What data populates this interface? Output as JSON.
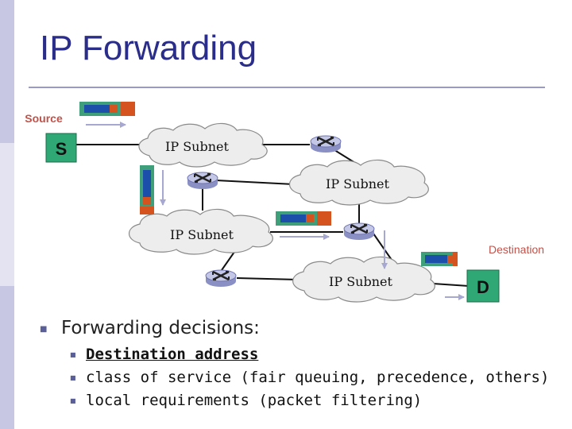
{
  "slide": {
    "title": "IP Forwarding"
  },
  "diagram": {
    "source_label": "Source",
    "source_node": "S",
    "destination_label": "Destination",
    "destination_node": "D",
    "subnets": [
      "IP Subnet",
      "IP Subnet",
      "IP Subnet",
      "IP Subnet"
    ]
  },
  "bullets": {
    "heading": "Forwarding decisions:",
    "items": [
      "Destination address",
      "class of service (fair queuing, precedence, others)",
      "local requirements (packet filtering)"
    ]
  },
  "colors": {
    "title": "#2b2d8a",
    "source_label": "#c0524a",
    "destination_label": "#c0524a",
    "node_fill": "#2fa876",
    "router_fill": "#c4c8e6",
    "packet_body": "#1c4faa",
    "packet_header": "#d4531e",
    "packet_frame": "#3f9f7a"
  }
}
